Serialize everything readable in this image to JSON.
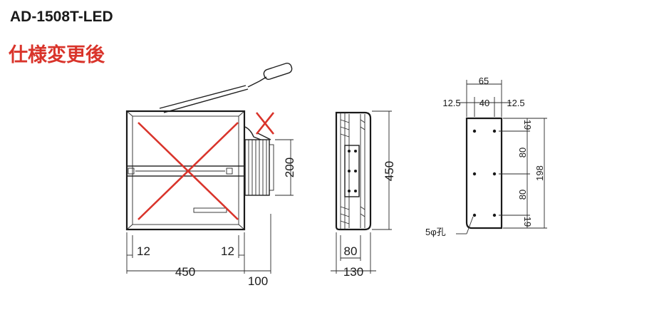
{
  "title": {
    "model": "AD-1508T-LED",
    "spec_change": "仕様変更後"
  },
  "colors": {
    "title_red": "#d9342b",
    "cross_red": "#d9342b",
    "line": "#1f1f1f"
  },
  "front_view": {
    "dim_width": "450",
    "dim_left_margin": "12",
    "dim_right_margin": "12",
    "dim_depth_right": "100",
    "dim_box_height": "200"
  },
  "side_view": {
    "dim_height": "450",
    "dim_inner_width": "80",
    "dim_total_width": "130"
  },
  "bracket_view": {
    "dim_top_total": "65",
    "dim_left_offset": "12.5",
    "dim_center": "40",
    "dim_right_offset": "12.5",
    "dim_top_margin": "19",
    "dim_pitch_upper": "80",
    "dim_pitch_lower": "80",
    "dim_bottom_margin": "19",
    "dim_total_height": "198",
    "hole_label": "5φ孔"
  }
}
